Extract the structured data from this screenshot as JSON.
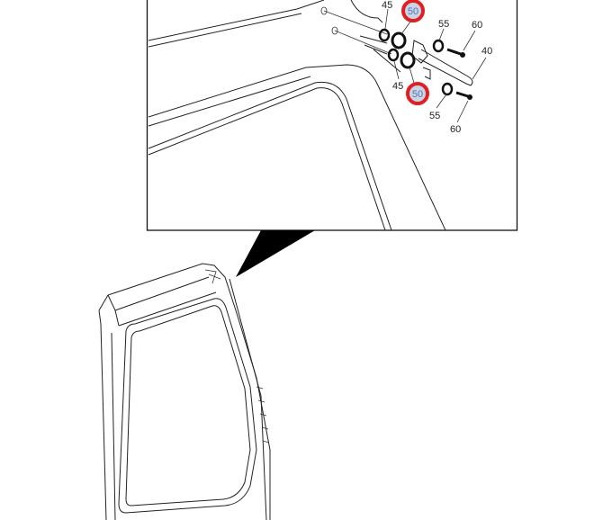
{
  "diagram": {
    "callouts": [
      {
        "id": "45-top",
        "label": "45",
        "highlighted": false
      },
      {
        "id": "50-top",
        "label": "50",
        "highlighted": true
      },
      {
        "id": "55-top",
        "label": "55",
        "highlighted": false
      },
      {
        "id": "60-top",
        "label": "60",
        "highlighted": false
      },
      {
        "id": "40",
        "label": "40",
        "highlighted": false
      },
      {
        "id": "45-bottom",
        "label": "45",
        "highlighted": false
      },
      {
        "id": "50-bottom",
        "label": "50",
        "highlighted": true
      },
      {
        "id": "55-bottom",
        "label": "55",
        "highlighted": false
      },
      {
        "id": "60-bottom",
        "label": "60",
        "highlighted": false
      }
    ],
    "colors": {
      "highlight_ring": "#e02020",
      "highlight_fill": "#c8d4e8",
      "line": "#222222"
    }
  }
}
